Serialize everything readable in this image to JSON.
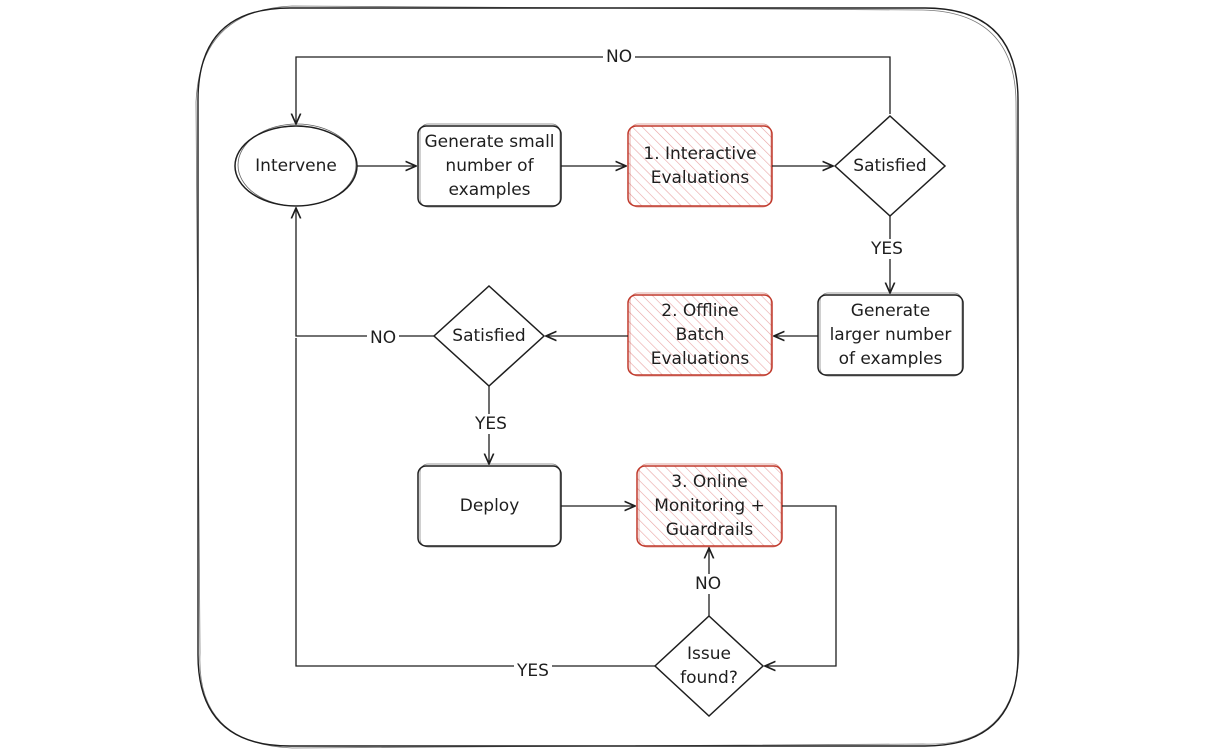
{
  "nodes": {
    "intervene": "Intervene",
    "gen_small": "Generate small\nnumber of\nexamples",
    "interactive": "1. Interactive\nEvaluations",
    "satisfied_1": "Satisfied",
    "gen_large": "Generate\nlarger number\nof examples",
    "offline": "2. Offline\nBatch\nEvaluations",
    "satisfied_2": "Satisfied",
    "deploy": "Deploy",
    "online": "3. Online\nMonitoring +\nGuardrails",
    "issue": "Issue\nfound?"
  },
  "edges": {
    "no_top": "NO",
    "yes_1": "YES",
    "no_left": "NO",
    "yes_2": "YES",
    "no_issue": "NO",
    "yes_issue": "YES"
  },
  "colors": {
    "stroke": "#1e1e1e",
    "highlight_stroke": "#c0392b",
    "highlight_hatch": "#e8a3a3"
  }
}
